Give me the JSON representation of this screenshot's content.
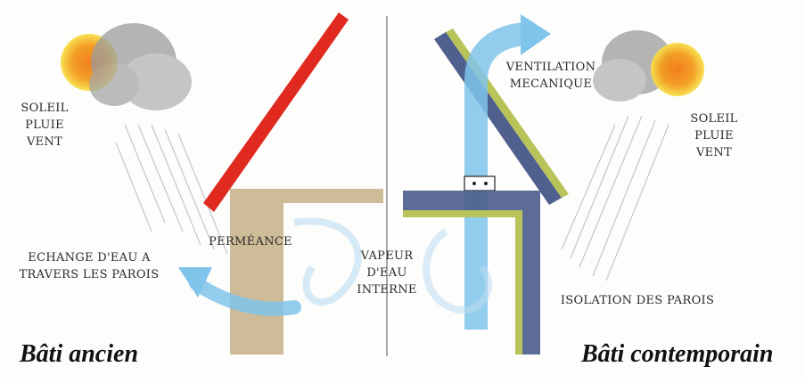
{
  "labels": {
    "left_weather": "SOLEIL\nPLUIE\nVENT",
    "right_weather": "SOLEIL\nPLUIE\nVENT",
    "ventilation": "VENTILATION\nMECANIQUE",
    "permeance": "PERMÉANCE",
    "vapeur": "VAPEUR\nD'EAU\nINTERNE",
    "echange": "ECHANGE D'EAU A\nTRAVERS LES PAROIS",
    "isolation": "ISOLATION DES PAROIS"
  },
  "titles": {
    "left": "Bâti ancien",
    "right": "Bâti contemporain"
  },
  "colors": {
    "roof_red": "#e02a20",
    "wall_sand": "#c9b48c",
    "wall_blue": "#4f5f8e",
    "insulation_yellow": "#b8c35a",
    "airflow_blue": "#7fc4ea",
    "sun_orange": "#f39a1c",
    "sun_yellow": "#f8e04a",
    "cloud_grey": "#a8a8a8"
  }
}
